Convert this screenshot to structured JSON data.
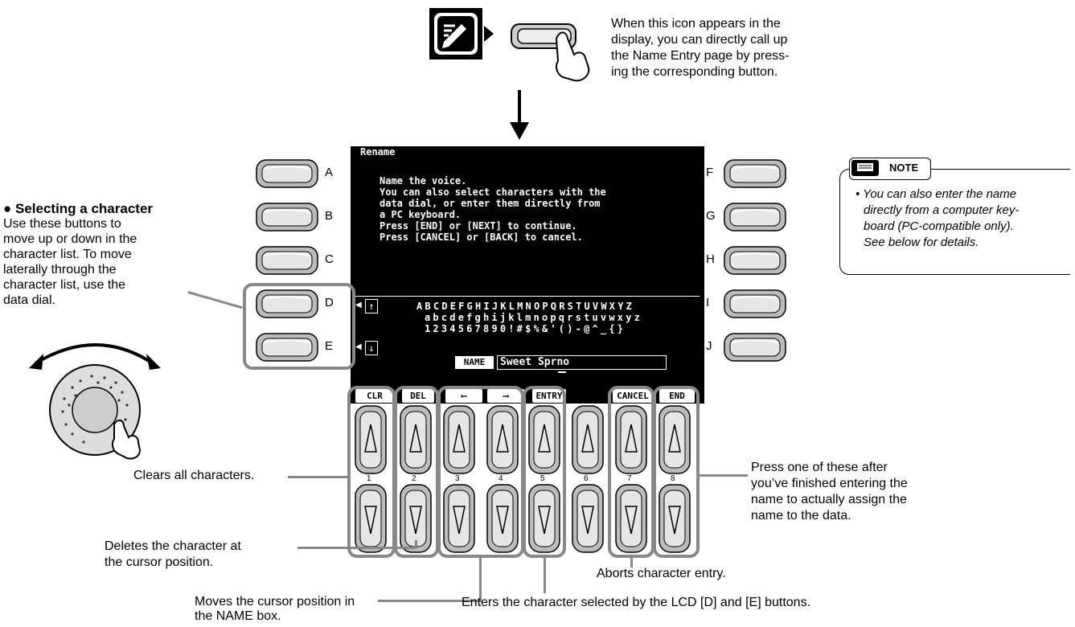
{
  "top_caption": "When this icon appears in the display, you can directly call up the Name Entry page by pressing the corresponding button.",
  "top_caption_lines": [
    "When this icon appears in the",
    "display, you can directly call up",
    "the Name Entry page by press-",
    "ing the corresponding button."
  ],
  "lcd": {
    "title": "Rename",
    "instructions": [
      "Name the voice.",
      "You can also select characters with the",
      "data dial, or enter them directly from",
      "a PC keyboard.",
      "Press [END] or [NEXT] to continue.",
      "Press [CANCEL] or [BACK] to cancel."
    ],
    "char_rows": [
      "ABCDEFGHIJKLMNOPQRSTUVWXYZ",
      "abcdefghijklmnopqrstuvwxyz",
      "1234567890!#$%&'()-@^_{}"
    ],
    "name_label": "NAME",
    "name_value": "Sweet Sprno",
    "up_icon": "↑",
    "down_icon": "↓"
  },
  "left_buttons": [
    "A",
    "B",
    "C",
    "D",
    "E"
  ],
  "right_buttons": [
    "F",
    "G",
    "H",
    "I",
    "J"
  ],
  "soft_labels": [
    "CLR",
    "DEL",
    "",
    "",
    "ENTRY",
    "",
    "CANCEL",
    "END"
  ],
  "soft_numbers": [
    "1",
    "2",
    "3",
    "4",
    "5",
    "6",
    "7",
    "8"
  ],
  "selecting": {
    "heading": "● Selecting a character",
    "lines": [
      "Use these buttons to",
      "move up or down in the",
      "character list.  To move",
      "laterally through the",
      "character list, use the",
      "data dial."
    ]
  },
  "note": {
    "title": "NOTE",
    "lines": [
      "• You can also enter the name",
      "directly from a computer key-",
      "board (PC-compatible only).",
      "See below for details."
    ]
  },
  "callouts": {
    "clears": "Clears all characters.",
    "deletes": [
      "Deletes the character at",
      "the cursor position."
    ],
    "moves": [
      "Moves the cursor position in",
      "the NAME box."
    ],
    "enters": "Enters the character selected by the LCD [D] and [E] buttons.",
    "aborts": "Aborts character entry.",
    "press": [
      "Press one of these after",
      "you’ve finished entering the",
      "name to actually assign the",
      "name to the data."
    ]
  },
  "icons": [
    "name-entry-icon",
    "hand-press-icon",
    "data-dial-icon",
    "arrow-down-icon",
    "note-icon",
    "cursor-left-icon",
    "cursor-right-icon"
  ]
}
